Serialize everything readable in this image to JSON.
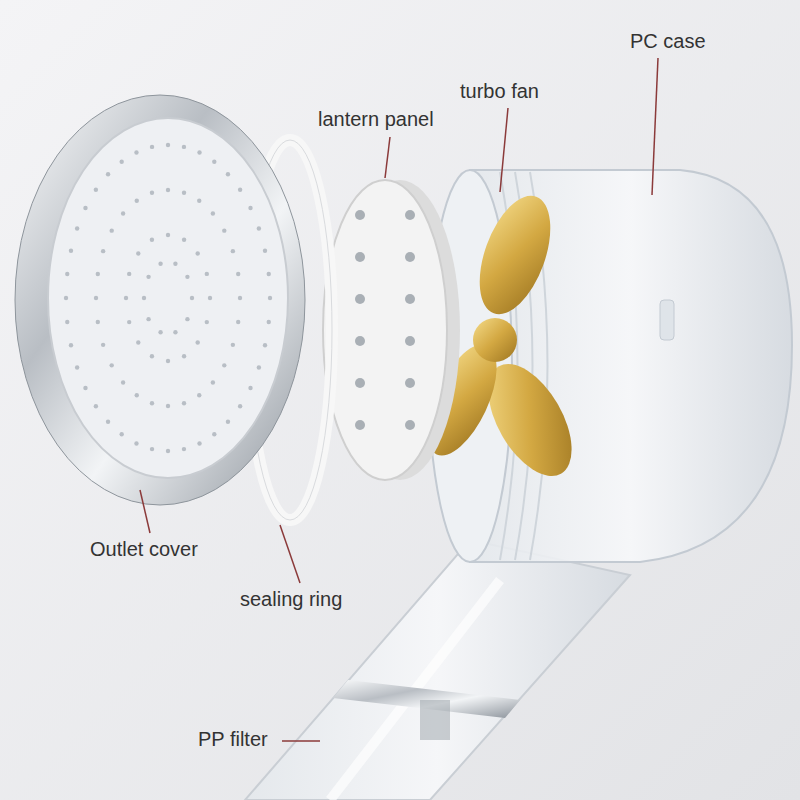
{
  "diagram": {
    "labels": [
      "PC case",
      "turbo fan",
      "lantern panel",
      "Outlet cover",
      "sealing ring",
      "PP filter"
    ]
  }
}
